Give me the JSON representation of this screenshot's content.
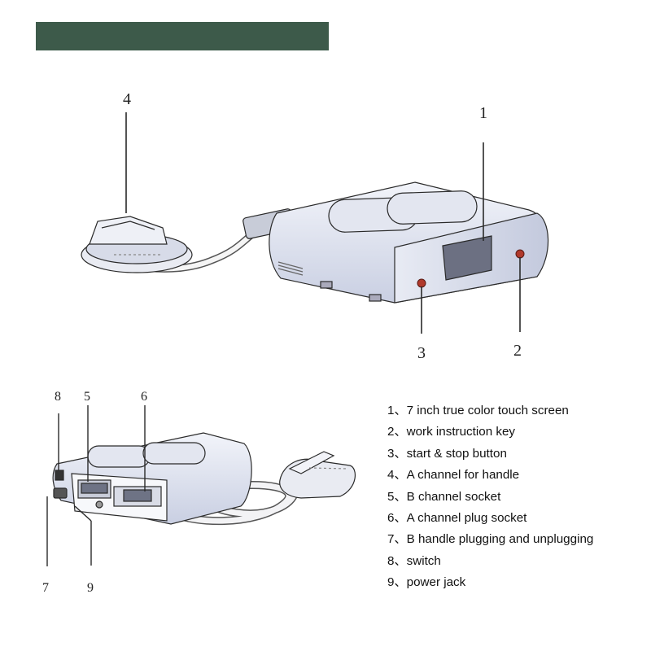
{
  "header": {
    "color": "#3d5a4a"
  },
  "top_view": {
    "callouts": [
      "1",
      "2",
      "3",
      "4"
    ]
  },
  "bottom_view": {
    "callouts": [
      "5",
      "6",
      "7",
      "8",
      "9"
    ]
  },
  "legend": [
    "1、7 inch true color touch screen",
    "2、work instruction key",
    "3、start & stop button",
    "4、A channel for handle",
    "5、B channel socket",
    "6、A channel plug socket",
    "7、B handle plugging and unplugging",
    "8、switch",
    "9、power jack"
  ],
  "colors": {
    "button_red": "#b0392b",
    "body_tint": "#d4d9ea",
    "line": "#2a2a2a"
  }
}
